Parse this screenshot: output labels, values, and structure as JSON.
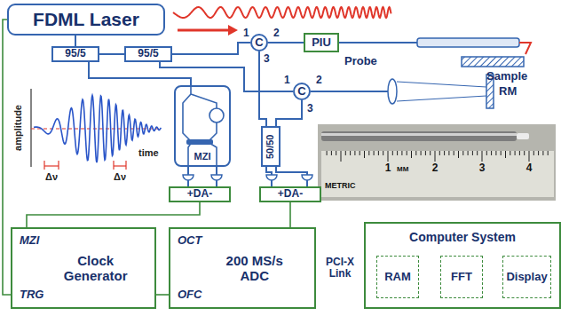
{
  "diagram": {
    "nodes": [
      {
        "text": [
          "FDML Laser"
        ]
      },
      {
        "text": [
          "95/5"
        ]
      },
      {
        "text": [
          "95/5"
        ]
      },
      {
        "text": [
          "C"
        ]
      },
      {
        "text": [
          "PIU"
        ]
      },
      {
        "text": [
          "C"
        ]
      },
      {
        "text": [
          "MZI"
        ]
      },
      {
        "text": [
          "50/50"
        ]
      },
      {
        "text": [
          "+DA-"
        ]
      },
      {
        "text": [
          "+DA-"
        ]
      },
      {
        "text": [
          "MZI",
          "TRG",
          "Clock Generator"
        ]
      },
      {
        "text": [
          "OCT",
          "OFC",
          "200 MS/s ADC"
        ]
      },
      {
        "text": [
          "Computer System"
        ]
      },
      {
        "text": [
          "RAM"
        ],
        "in": 12
      },
      {
        "text": [
          "FFT"
        ],
        "in": 12
      },
      {
        "text": [
          "Display"
        ],
        "in": 12
      }
    ],
    "edges": [
      {
        "from": 0,
        "to": 1,
        "arrow": "none"
      },
      {
        "from": 1,
        "to": 2,
        "arrow": "none"
      },
      {
        "from": 2,
        "to": 3,
        "arrow": "none"
      },
      {
        "from": 3,
        "to": 4,
        "arrow": "none"
      },
      {
        "from": 1,
        "to": 6,
        "arrow": "none"
      },
      {
        "from": 2,
        "to": 5,
        "arrow": "none"
      },
      {
        "from": 3,
        "to": 7,
        "arrow": "none"
      },
      {
        "from": 5,
        "to": 7,
        "arrow": "none"
      },
      {
        "from": 6,
        "to": 8,
        "arrow": "none"
      },
      {
        "from": 6,
        "to": 8,
        "arrow": "none"
      },
      {
        "from": 7,
        "to": 9,
        "arrow": "none"
      },
      {
        "from": 7,
        "to": 9,
        "arrow": "none"
      },
      {
        "from": 8,
        "to": 10,
        "arrow": "none"
      },
      {
        "from": 0,
        "to": 10,
        "arrow": "none"
      },
      {
        "from": 9,
        "to": 11,
        "arrow": "none"
      },
      {
        "from": 10,
        "to": 11,
        "arrow": "none"
      },
      {
        "from": 11,
        "to": 12,
        "label": "PCI-X Link",
        "arrow": "none"
      },
      {
        "from": 13,
        "to": 14,
        "arrow": "to"
      },
      {
        "from": 14,
        "to": 15,
        "arrow": "to"
      }
    ],
    "labels": [
      "1",
      "2",
      "3",
      "Probe",
      "Sample",
      "1",
      "2",
      "3",
      "RM",
      "amplitude",
      "time",
      "Δν",
      "Δν",
      "1",
      "MM",
      "2",
      "3",
      "4",
      "METRIC"
    ]
  }
}
